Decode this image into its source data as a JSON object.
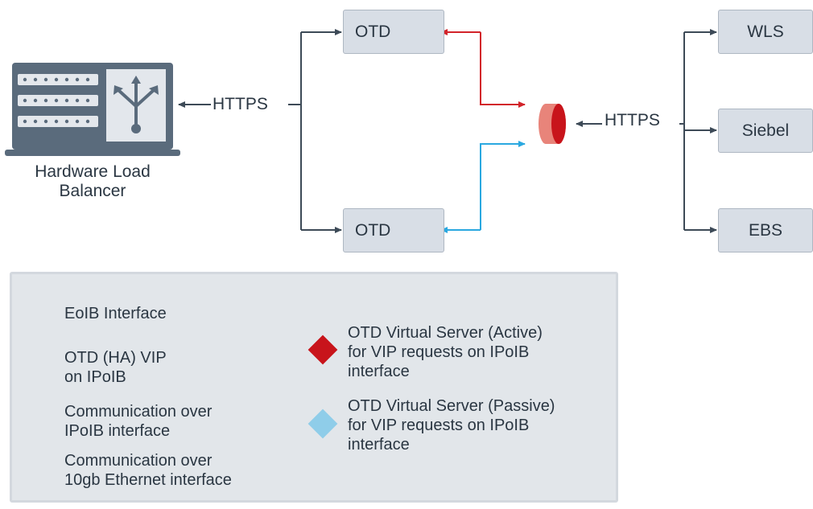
{
  "load_balancer": {
    "label_line1": "Hardware Load",
    "label_line2": "Balancer"
  },
  "connectors": {
    "https_left": "HTTPS",
    "https_right": "HTTPS"
  },
  "otd_nodes": [
    {
      "label": "OTD"
    },
    {
      "label": "OTD"
    }
  ],
  "backend_nodes": [
    {
      "label": "WLS"
    },
    {
      "label": "Siebel"
    },
    {
      "label": "EBS"
    }
  ],
  "legend": {
    "eoib": "EoIB Interface",
    "otd_vip_line1": "OTD (HA) VIP",
    "otd_vip_line2": "on IPoIB",
    "comm_ipoib_line1": "Communication over",
    "comm_ipoib_line2": "IPoIB interface",
    "comm_eth_line1": "Communication over",
    "comm_eth_line2": "10gb Ethernet interface",
    "active_line1": "OTD Virtual Server (Active)",
    "active_line2": "for VIP requests on IPoIB",
    "active_line3": "interface",
    "passive_line1": "OTD Virtual Server (Passive)",
    "passive_line2": "for VIP requests on IPoIB",
    "passive_line3": "interface"
  },
  "colors": {
    "node_fill": "#d8dee6",
    "line_dark": "#3d4a57",
    "ipoib_red": "#d2232a",
    "ethernet_blue": "#2aa8e0",
    "passive_diamond": "#8fcde9",
    "vip_red": "#c8141b",
    "eoib_blue": "#3aaee0"
  }
}
